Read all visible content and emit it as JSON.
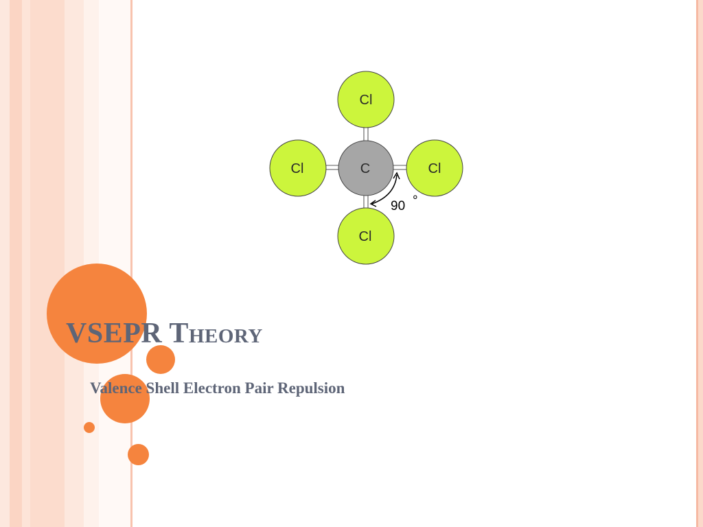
{
  "slide": {
    "title": "VSEPR Theory",
    "subtitle": "Valence Shell Electron Pair Repulsion"
  },
  "molecule": {
    "central_atom": "C",
    "ligand_top": "Cl",
    "ligand_left": "Cl",
    "ligand_right": "Cl",
    "ligand_bottom": "Cl",
    "bond_angle": "90",
    "degree_symbol": "°"
  },
  "colors": {
    "accent": "#f5843e",
    "ligand": "#ccf53c",
    "central": "#a6a6a6",
    "text": "#5e6577"
  }
}
